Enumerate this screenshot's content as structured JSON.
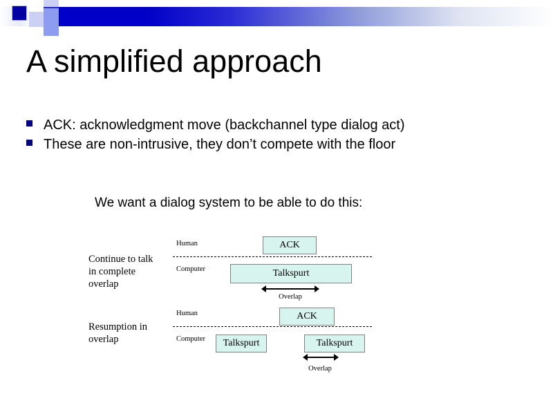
{
  "slide": {
    "title": "A simplified approach",
    "bullets": [
      "ACK: acknowledgment move (backchannel type dialog act)",
      "These are non-intrusive, they don’t compete with the floor"
    ],
    "subheading": "We want a dialog system to be able to do this:"
  },
  "theme": {
    "band_start_color": "#0000c8",
    "band_end_color": "#ffffff",
    "bullet_marker_color": "#000080",
    "box_fill_color": "#d7f5ee",
    "box_border_color": "#808080",
    "text_color": "#000000"
  },
  "diagrams": [
    {
      "side_label": "Continue to talk\nin complete\noverlap",
      "lanes": {
        "top": "Human",
        "bottom": "Computer"
      },
      "boxes": [
        {
          "label": "ACK",
          "lane": "human"
        },
        {
          "label": "Talkspurt",
          "lane": "computer"
        }
      ],
      "overlap_label": "Overlap"
    },
    {
      "side_label": "Resumption in\noverlap",
      "lanes": {
        "top": "Human",
        "bottom": "Computer"
      },
      "boxes": [
        {
          "label": "ACK",
          "lane": "human"
        },
        {
          "label": "Talkspurt",
          "lane": "computer"
        },
        {
          "label": "Talkspurt",
          "lane": "computer"
        }
      ],
      "overlap_label": "Overlap"
    }
  ]
}
